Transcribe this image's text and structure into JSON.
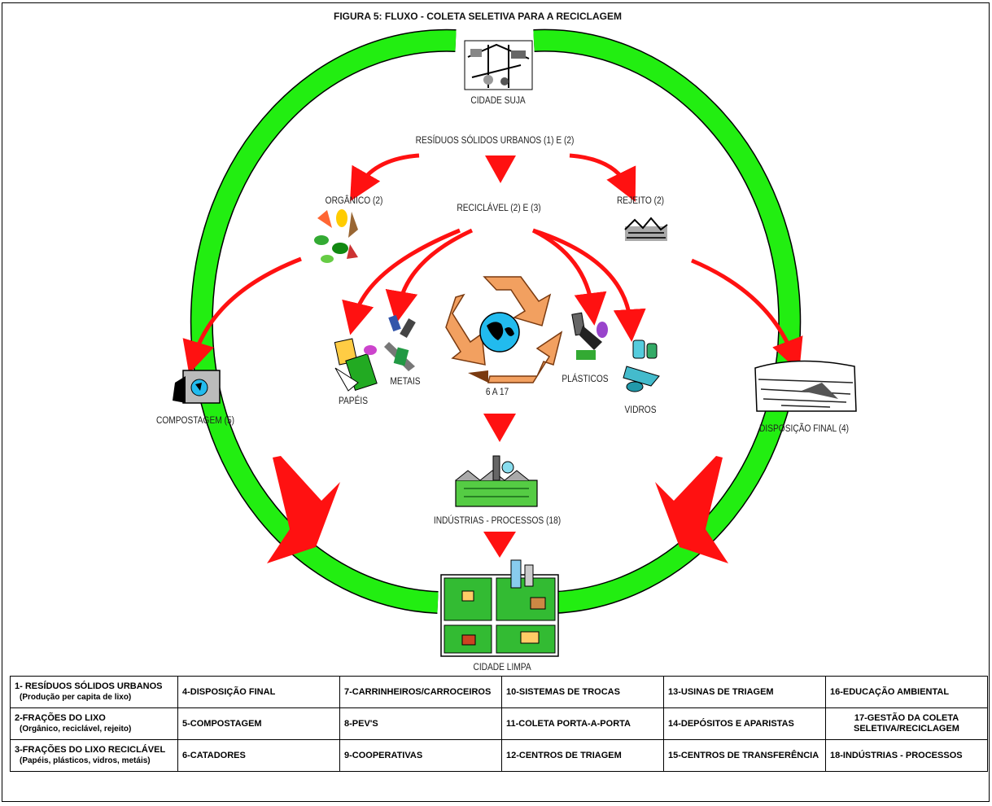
{
  "title": "FIGURA 5:    FLUXO - COLETA SELETIVA PARA A RECICLAGEM",
  "labels": {
    "cidade_suja": "CIDADE SUJA",
    "rsu": "RESÍDUOS SÓLIDOS URBANOS (1) E (2)",
    "organico": "ORGÂNICO (2)",
    "reciclavel": "RECICLÁVEL (2) E (3)",
    "rejeito": "REJEITO (2)",
    "compostagem": "COMPOSTAGEM (5)",
    "papeis": "PAPÉIS",
    "metais": "METAIS",
    "ciclo": "6 A 17",
    "plasticos": "PLÁSTICOS",
    "vidros": "VIDROS",
    "disposicao": "DISPOSIÇÃO FINAL (4)",
    "industrias": "INDÚSTRIAS - PROCESSOS (18)",
    "cidade_limpa": "CIDADE LIMPA"
  },
  "colors": {
    "ring": "#22ee11",
    "arrow": "#ff1111",
    "recycle": "#f2a060",
    "globe": "#22bbee"
  },
  "icons": [
    "dirty-city-icon",
    "organic-waste-icon",
    "rubbish-icon",
    "compost-icon",
    "paper-icon",
    "metal-icon",
    "recycle-symbol-icon",
    "plastic-icon",
    "glass-icon",
    "landfill-icon",
    "factory-icon",
    "clean-city-icon"
  ],
  "legend": {
    "rows": [
      {
        "c1_title": "1- RESÍDUOS SÓLIDOS URBANOS",
        "c1_sub": "(Produção per capita de lixo)",
        "c2": "4-DISPOSIÇÃO FINAL",
        "c3": "7-CARRINHEIROS/CARROCEIROS",
        "c4": "10-SISTEMAS DE TROCAS",
        "c5": "13-USINAS DE TRIAGEM",
        "c6": "16-EDUCAÇÃO AMBIENTAL"
      },
      {
        "c1_title": "2-FRAÇÕES DO LIXO",
        "c1_sub": "(Orgânico, reciclável, rejeito)",
        "c2": "5-COMPOSTAGEM",
        "c3": "8-PEV'S",
        "c4": "11-COLETA PORTA-A-PORTA",
        "c5": "14-DEPÓSITOS E APARISTAS",
        "c6": "17-GESTÃO DA COLETA SELETIVA/RECICLAGEM"
      },
      {
        "c1_title": "3-FRAÇÕES DO LIXO RECICLÁVEL",
        "c1_sub": "(Papéis, plásticos, vidros, metáis)",
        "c2": "6-CATADORES",
        "c3": "9-COOPERATIVAS",
        "c4": "12-CENTROS DE TRIAGEM",
        "c5": "15-CENTROS DE TRANSFERÊNCIA",
        "c6": "18-INDÚSTRIAS - PROCESSOS"
      }
    ]
  }
}
